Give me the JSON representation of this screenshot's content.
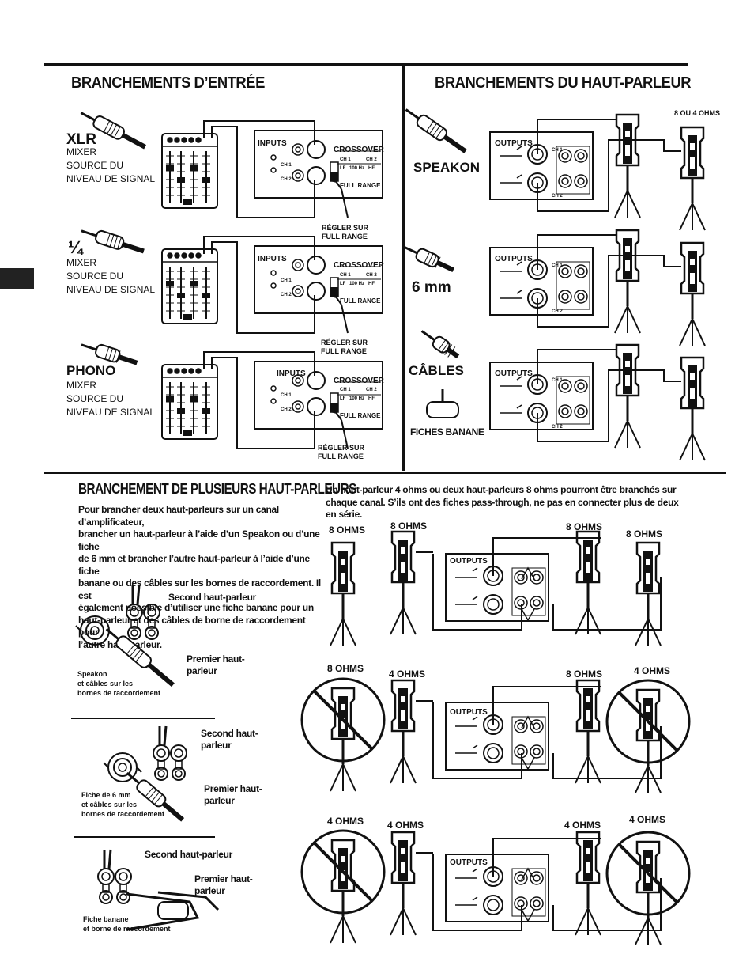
{
  "section_input": {
    "title": "BRANCHEMENTS D’ENTRÉE",
    "rows": [
      {
        "connector": "XLR",
        "lines": [
          "MIXER",
          "SOURCE DU",
          "NIVEAU DE SIGNAL"
        ]
      },
      {
        "connector": "¼",
        "lines": [
          "MIXER",
          "SOURCE DU",
          "NIVEAU DE SIGNAL"
        ]
      },
      {
        "connector": "PHONO",
        "lines": [
          "MIXER",
          "SOURCE DU",
          "NIVEAU DE SIGNAL"
        ]
      }
    ],
    "panel": {
      "inputs": "INPUTS",
      "crossover": "CROSSOVER",
      "ch1": "CH 1",
      "ch2": "CH 2",
      "lf": "LF",
      "hz": "100 Hz",
      "hf": "HF",
      "full_range": "FULL RANGE"
    },
    "note_line1": "RÉGLER SUR",
    "note_line2": "FULL RANGE"
  },
  "section_speaker": {
    "title": "BRANCHEMENTS DU HAUT-PARLEUR",
    "ohms_note": "8 OU 4 OHMS",
    "rows": [
      {
        "label": "SPEAKON"
      },
      {
        "label": "6 mm"
      },
      {
        "label": "CÂBLES",
        "sublabel": "FICHES BANANE"
      }
    ],
    "panel": {
      "outputs": "OUTPUTS",
      "ch1": "CH 1",
      "ch2": "CH 2",
      "plus": "+",
      "minus": "–"
    }
  },
  "section_multi": {
    "title": "BRANCHEMENT DE PLUSIEURS HAUT-PARLEURS",
    "intro": "Un haut-parleur 4 ohms ou deux haut-parleurs 8 ohms pourront être branchés sur chaque canal. S’ils ont des fiches pass-through, ne pas en connecter plus de deux en série.",
    "para_lines": [
      "Pour brancher deux haut-parleurs sur un canal d’amplificateur,",
      "brancher un haut-parleur à l’aide d’un Speakon ou d’une fiche",
      "de 6 mm et brancher l’autre haut-parleur à l’aide d’une fiche",
      "banane ou des câbles sur les bornes de raccordement. Il est",
      "également possible d’utiliser une fiche banane pour un",
      "haut-parleur et des câbles de borne de raccordement pour",
      "l’autre haut-parleur."
    ],
    "examples": [
      {
        "second": "Second haut-parleur",
        "first_1": "Premier haut-",
        "first_2": "parleur",
        "caption": [
          "Speakon",
          "et câbles sur les",
          "bornes de raccordement"
        ]
      },
      {
        "second_1": "Second haut-",
        "second_2": "parleur",
        "first_1": "Premier haut-",
        "first_2": "parleur",
        "caption": [
          "Fiche de 6 mm",
          "et câbles sur les",
          "bornes de raccordement"
        ]
      },
      {
        "second": "Second haut-parleur",
        "first_1": "Premier haut-",
        "first_2": "parleur",
        "caption": [
          "Fiche banane",
          "et borne de raccordement"
        ]
      }
    ],
    "diagrams": [
      {
        "labels": [
          "8 OHMS",
          "8 OHMS",
          "8 OHMS",
          "8 OHMS"
        ]
      },
      {
        "labels": [
          "8 OHMS",
          "4 OHMS",
          "8 OHMS",
          "4 OHMS"
        ]
      },
      {
        "labels": [
          "4 OHMS",
          "4 OHMS",
          "4 OHMS",
          "4 OHMS"
        ]
      }
    ]
  },
  "colors": {
    "ink": "#111111",
    "paper": "#ffffff",
    "tab": "#222222"
  }
}
